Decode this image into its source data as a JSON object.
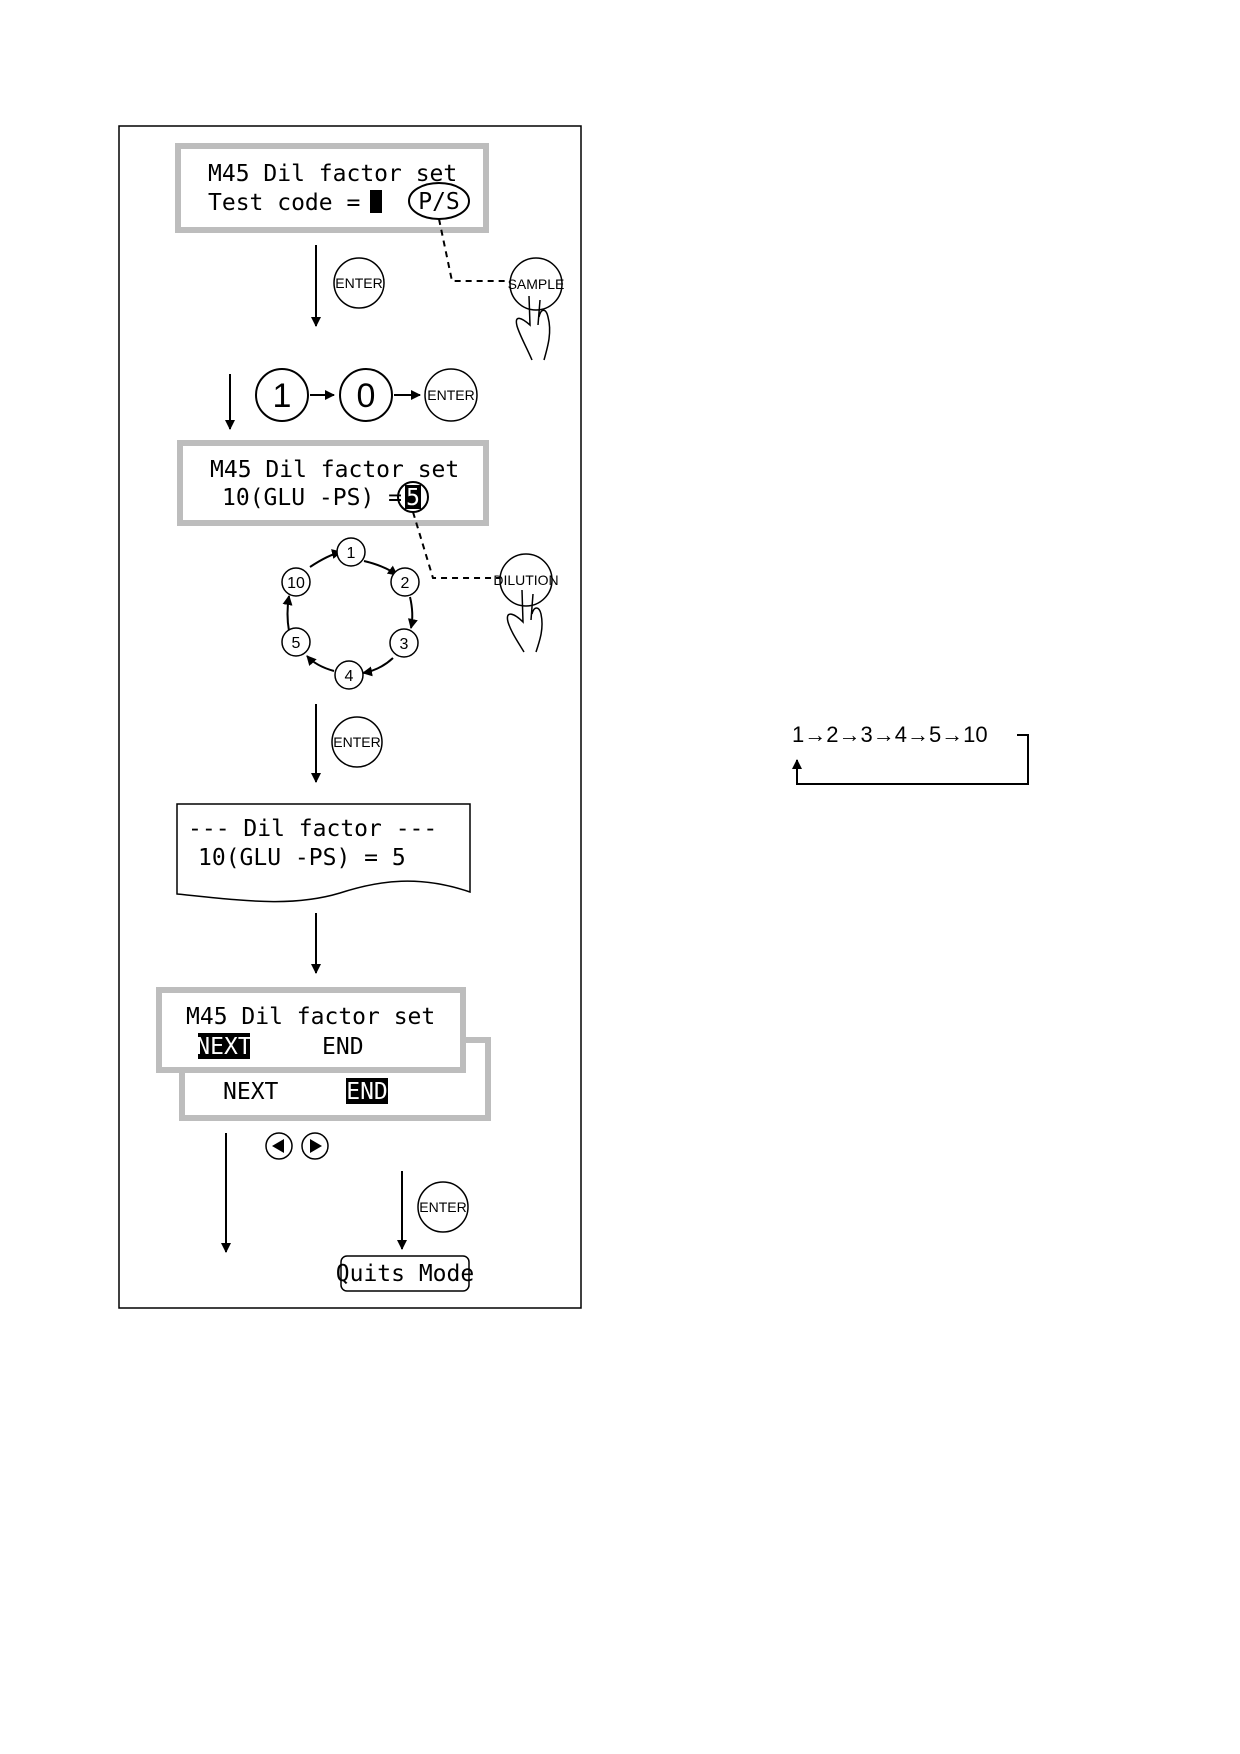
{
  "screen1": {
    "line1": "M45 Dil factor set",
    "line2": "Test code  =",
    "ps": "P/S"
  },
  "keys": {
    "enter": "ENTER",
    "sample": "SAMPLE",
    "dilution": "DILUTION",
    "one": "1",
    "zero": "0"
  },
  "screen2": {
    "line1": "M45 Dil factor set",
    "line2": "10(GLU -PS) =",
    "value": "5"
  },
  "cycle": [
    "1",
    "2",
    "3",
    "4",
    "5",
    "10"
  ],
  "printout": {
    "line1": "--- Dil factor ---",
    "line2": "10(GLU -PS) =  5"
  },
  "screen3": {
    "line1": "M45 Dil factor set",
    "next": "NEXT",
    "end": "END"
  },
  "screen4": {
    "next": "NEXT",
    "end": "END"
  },
  "quits": "Quits Mode",
  "sequence": "1→2→3→4→5→10"
}
